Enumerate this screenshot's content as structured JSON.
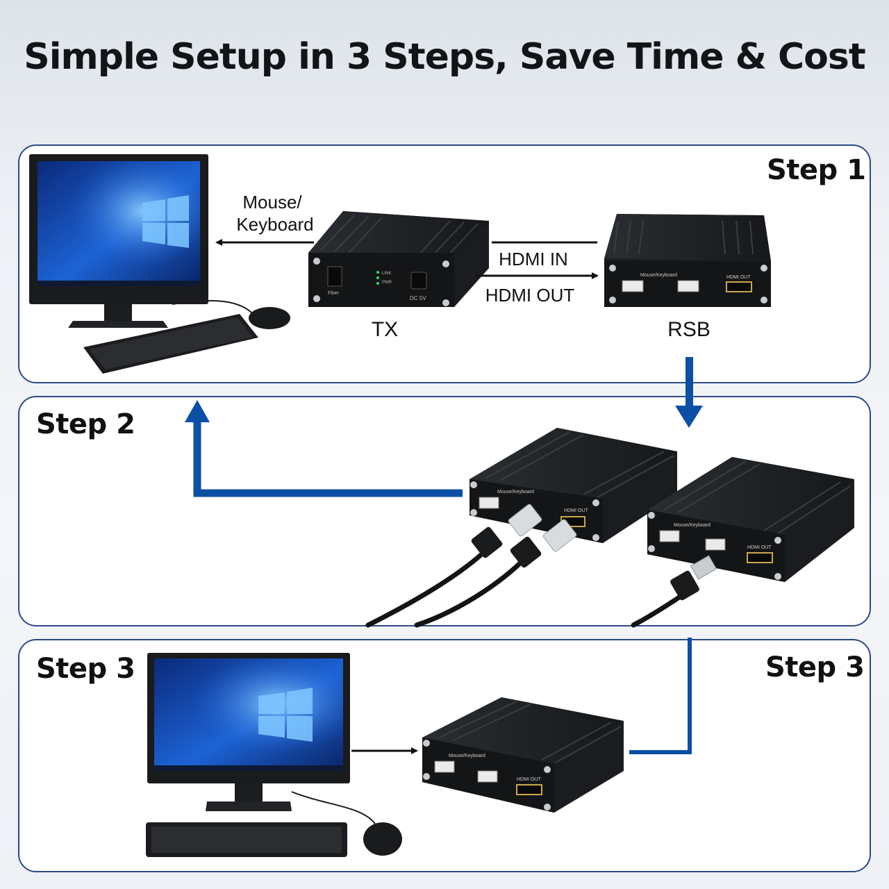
{
  "title": "Simple Setup in 3 Steps, Save Time & Cost",
  "step1": {
    "label": "Step 1",
    "mouse_keyboard": [
      "Mouse/",
      "Keyboard"
    ],
    "hdmi_in": "HDMI IN",
    "hdmi_out": "HDMI OUT",
    "tx_label": "TX",
    "rsb_label": "RSB",
    "tx_ports": {
      "fiber": "Fiber",
      "dc": "DC 5V",
      "link": "LINK",
      "pwr": "PWR"
    },
    "rsb_ports": {
      "usb": "Mouse/Keyboard",
      "hdmi": "HDMI OUT"
    }
  },
  "step2": {
    "label": "Step 2",
    "unit_a_ports": {
      "usb": "Mouse/Keyboard",
      "hdmi": "HDMI OUT"
    },
    "unit_b_ports": {
      "usb": "Mouse/Keyboard",
      "hdmi": "HDMI OUT"
    }
  },
  "step3": {
    "label_left": "Step 3",
    "label_right": "Step 3",
    "unit_ports": {
      "usb": "Mouse/Keyboard",
      "hdmi": "HDMI OUT"
    }
  },
  "colors": {
    "flow": "#0b4fa6",
    "arrow": "#111111",
    "border": "#2c4a86",
    "device": "#1b1d20"
  }
}
